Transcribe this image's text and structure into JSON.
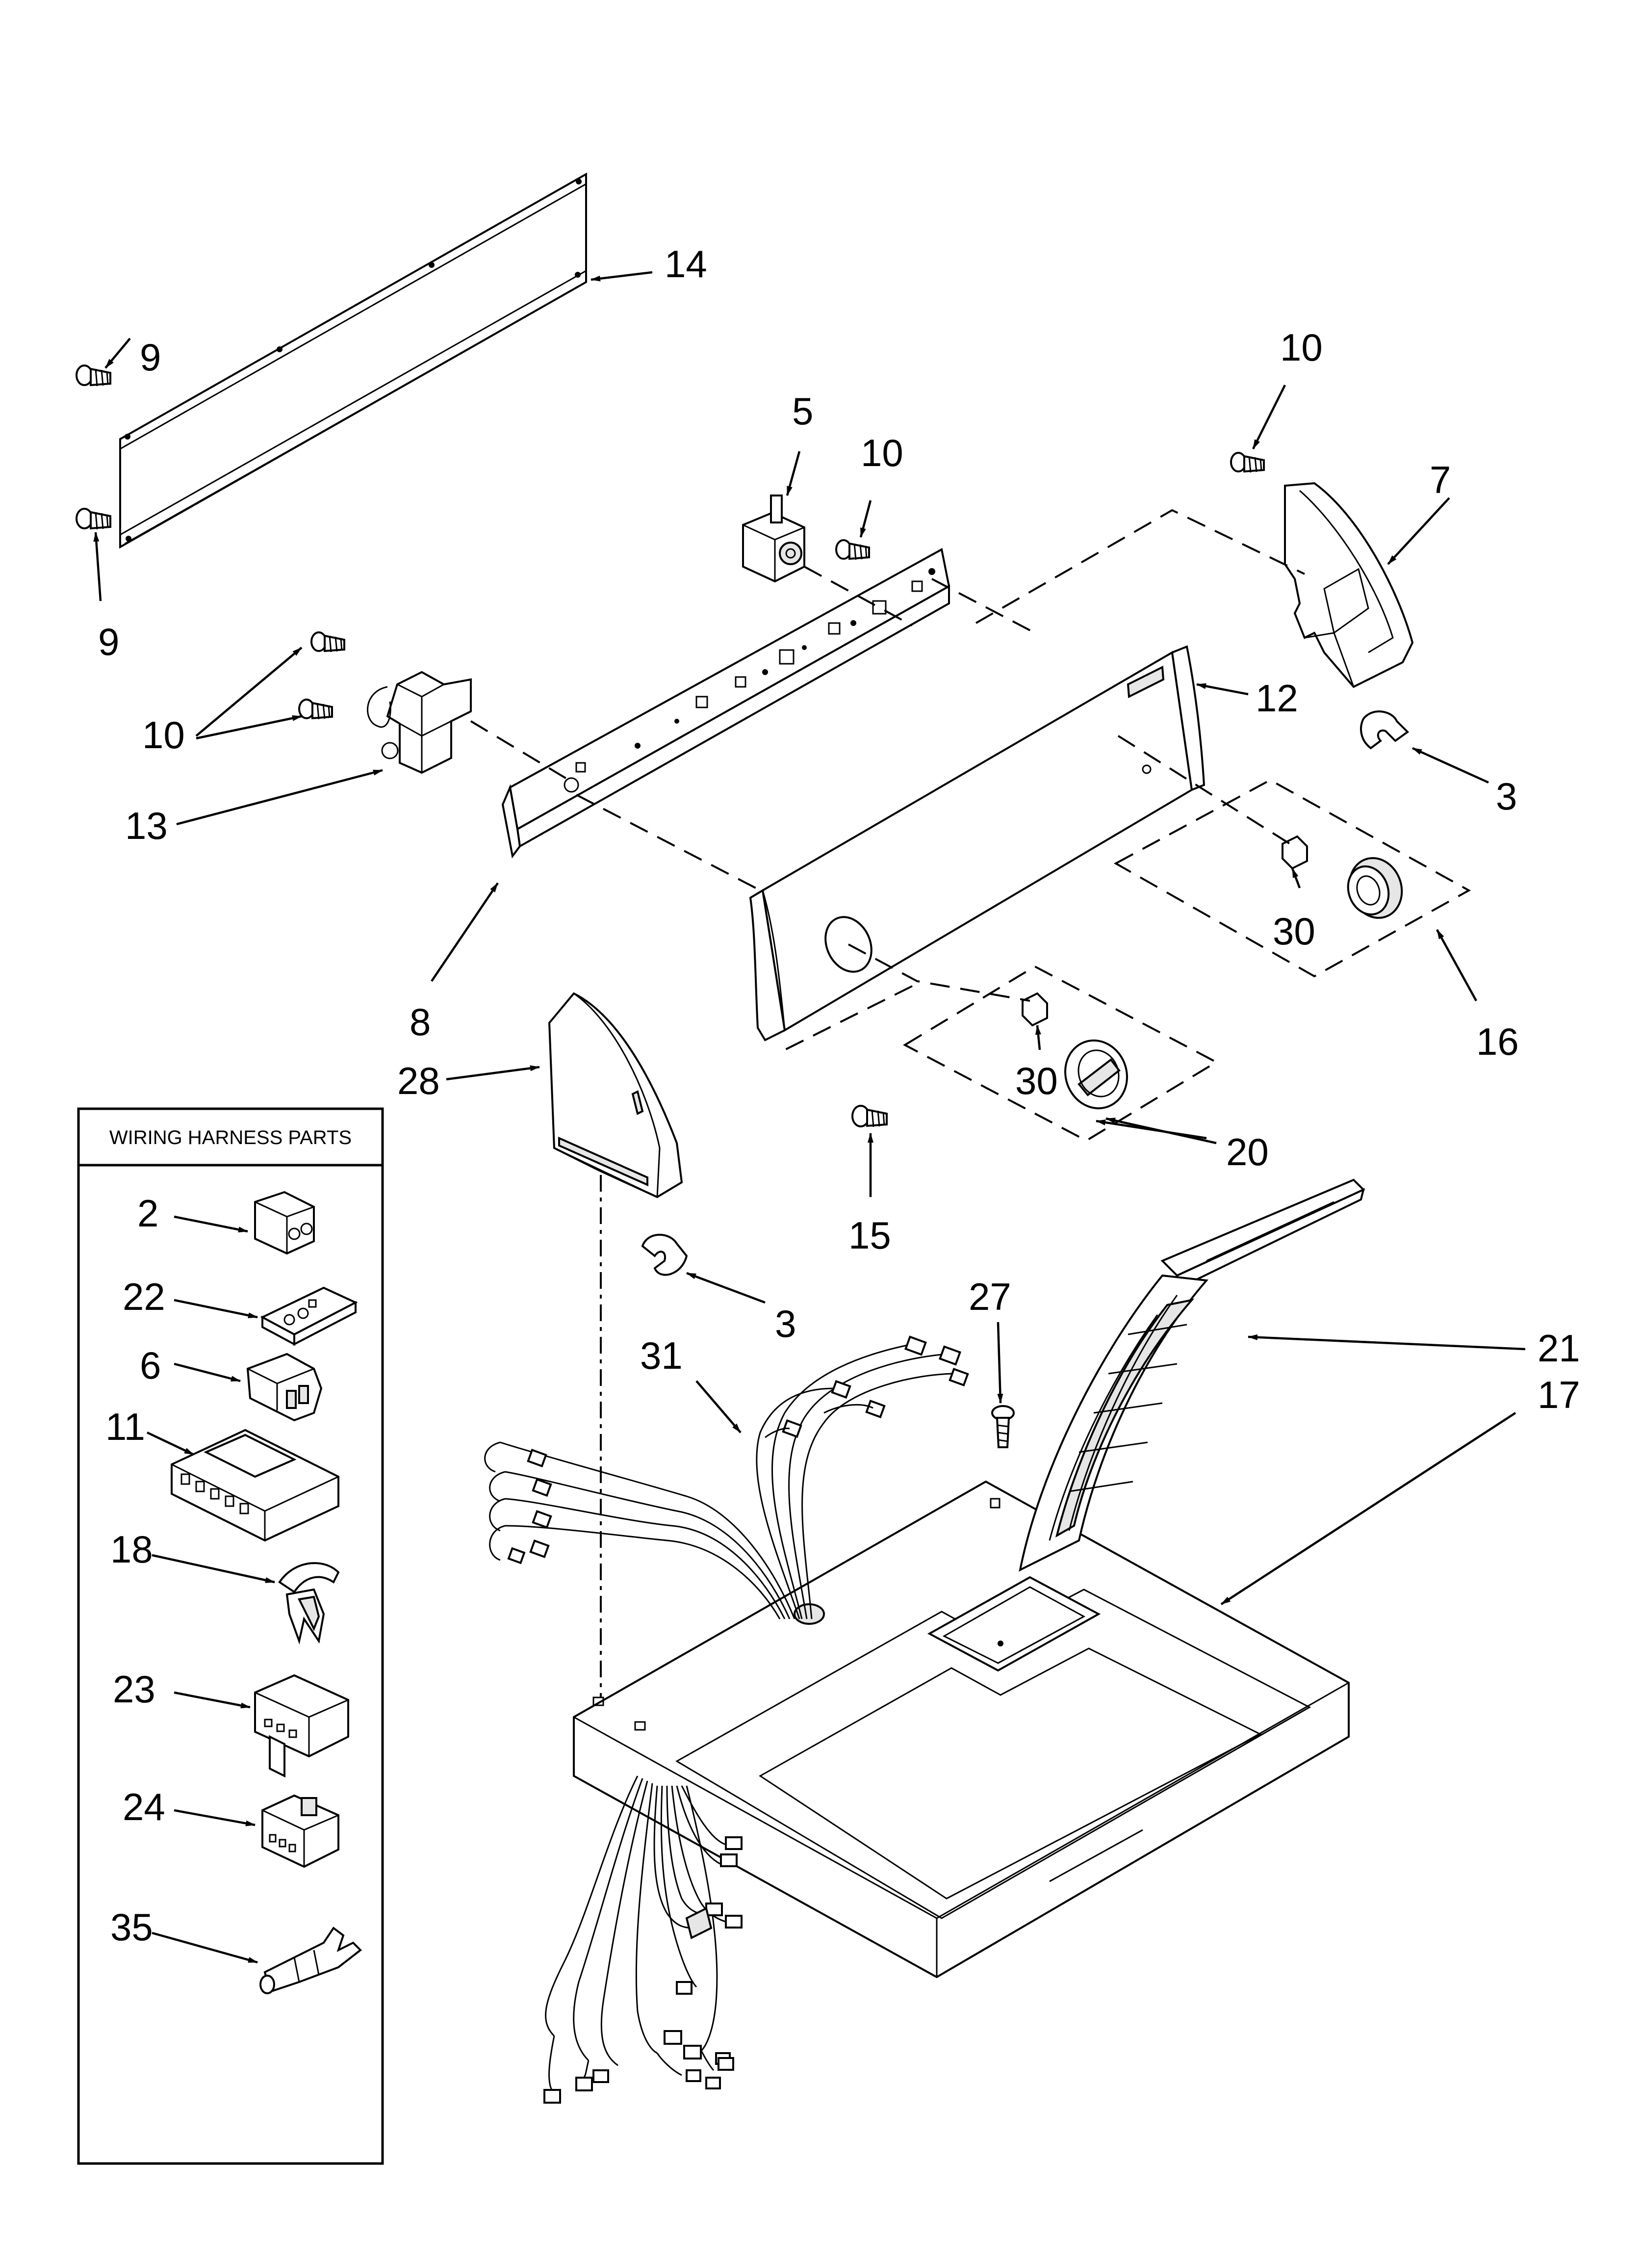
{
  "wiring_box": {
    "title": "WIRING HARNESS PARTS"
  },
  "callouts": {
    "c14": "14",
    "c9a": "9",
    "c9b": "9",
    "c5": "5",
    "c10a": "10",
    "c10b": "10",
    "c10c": "10",
    "c7": "7",
    "c12": "12",
    "c13": "13",
    "c3a": "3",
    "c30a": "30",
    "c16": "16",
    "c8": "8",
    "c28": "28",
    "c30b": "30",
    "c20": "20",
    "c15": "15",
    "c3b": "3",
    "c27": "27",
    "c21": "21",
    "c17": "17",
    "c31": "31",
    "c2": "2",
    "c22": "22",
    "c6": "6",
    "c11": "11",
    "c18": "18",
    "c23": "23",
    "c24": "24",
    "c35": "35"
  }
}
